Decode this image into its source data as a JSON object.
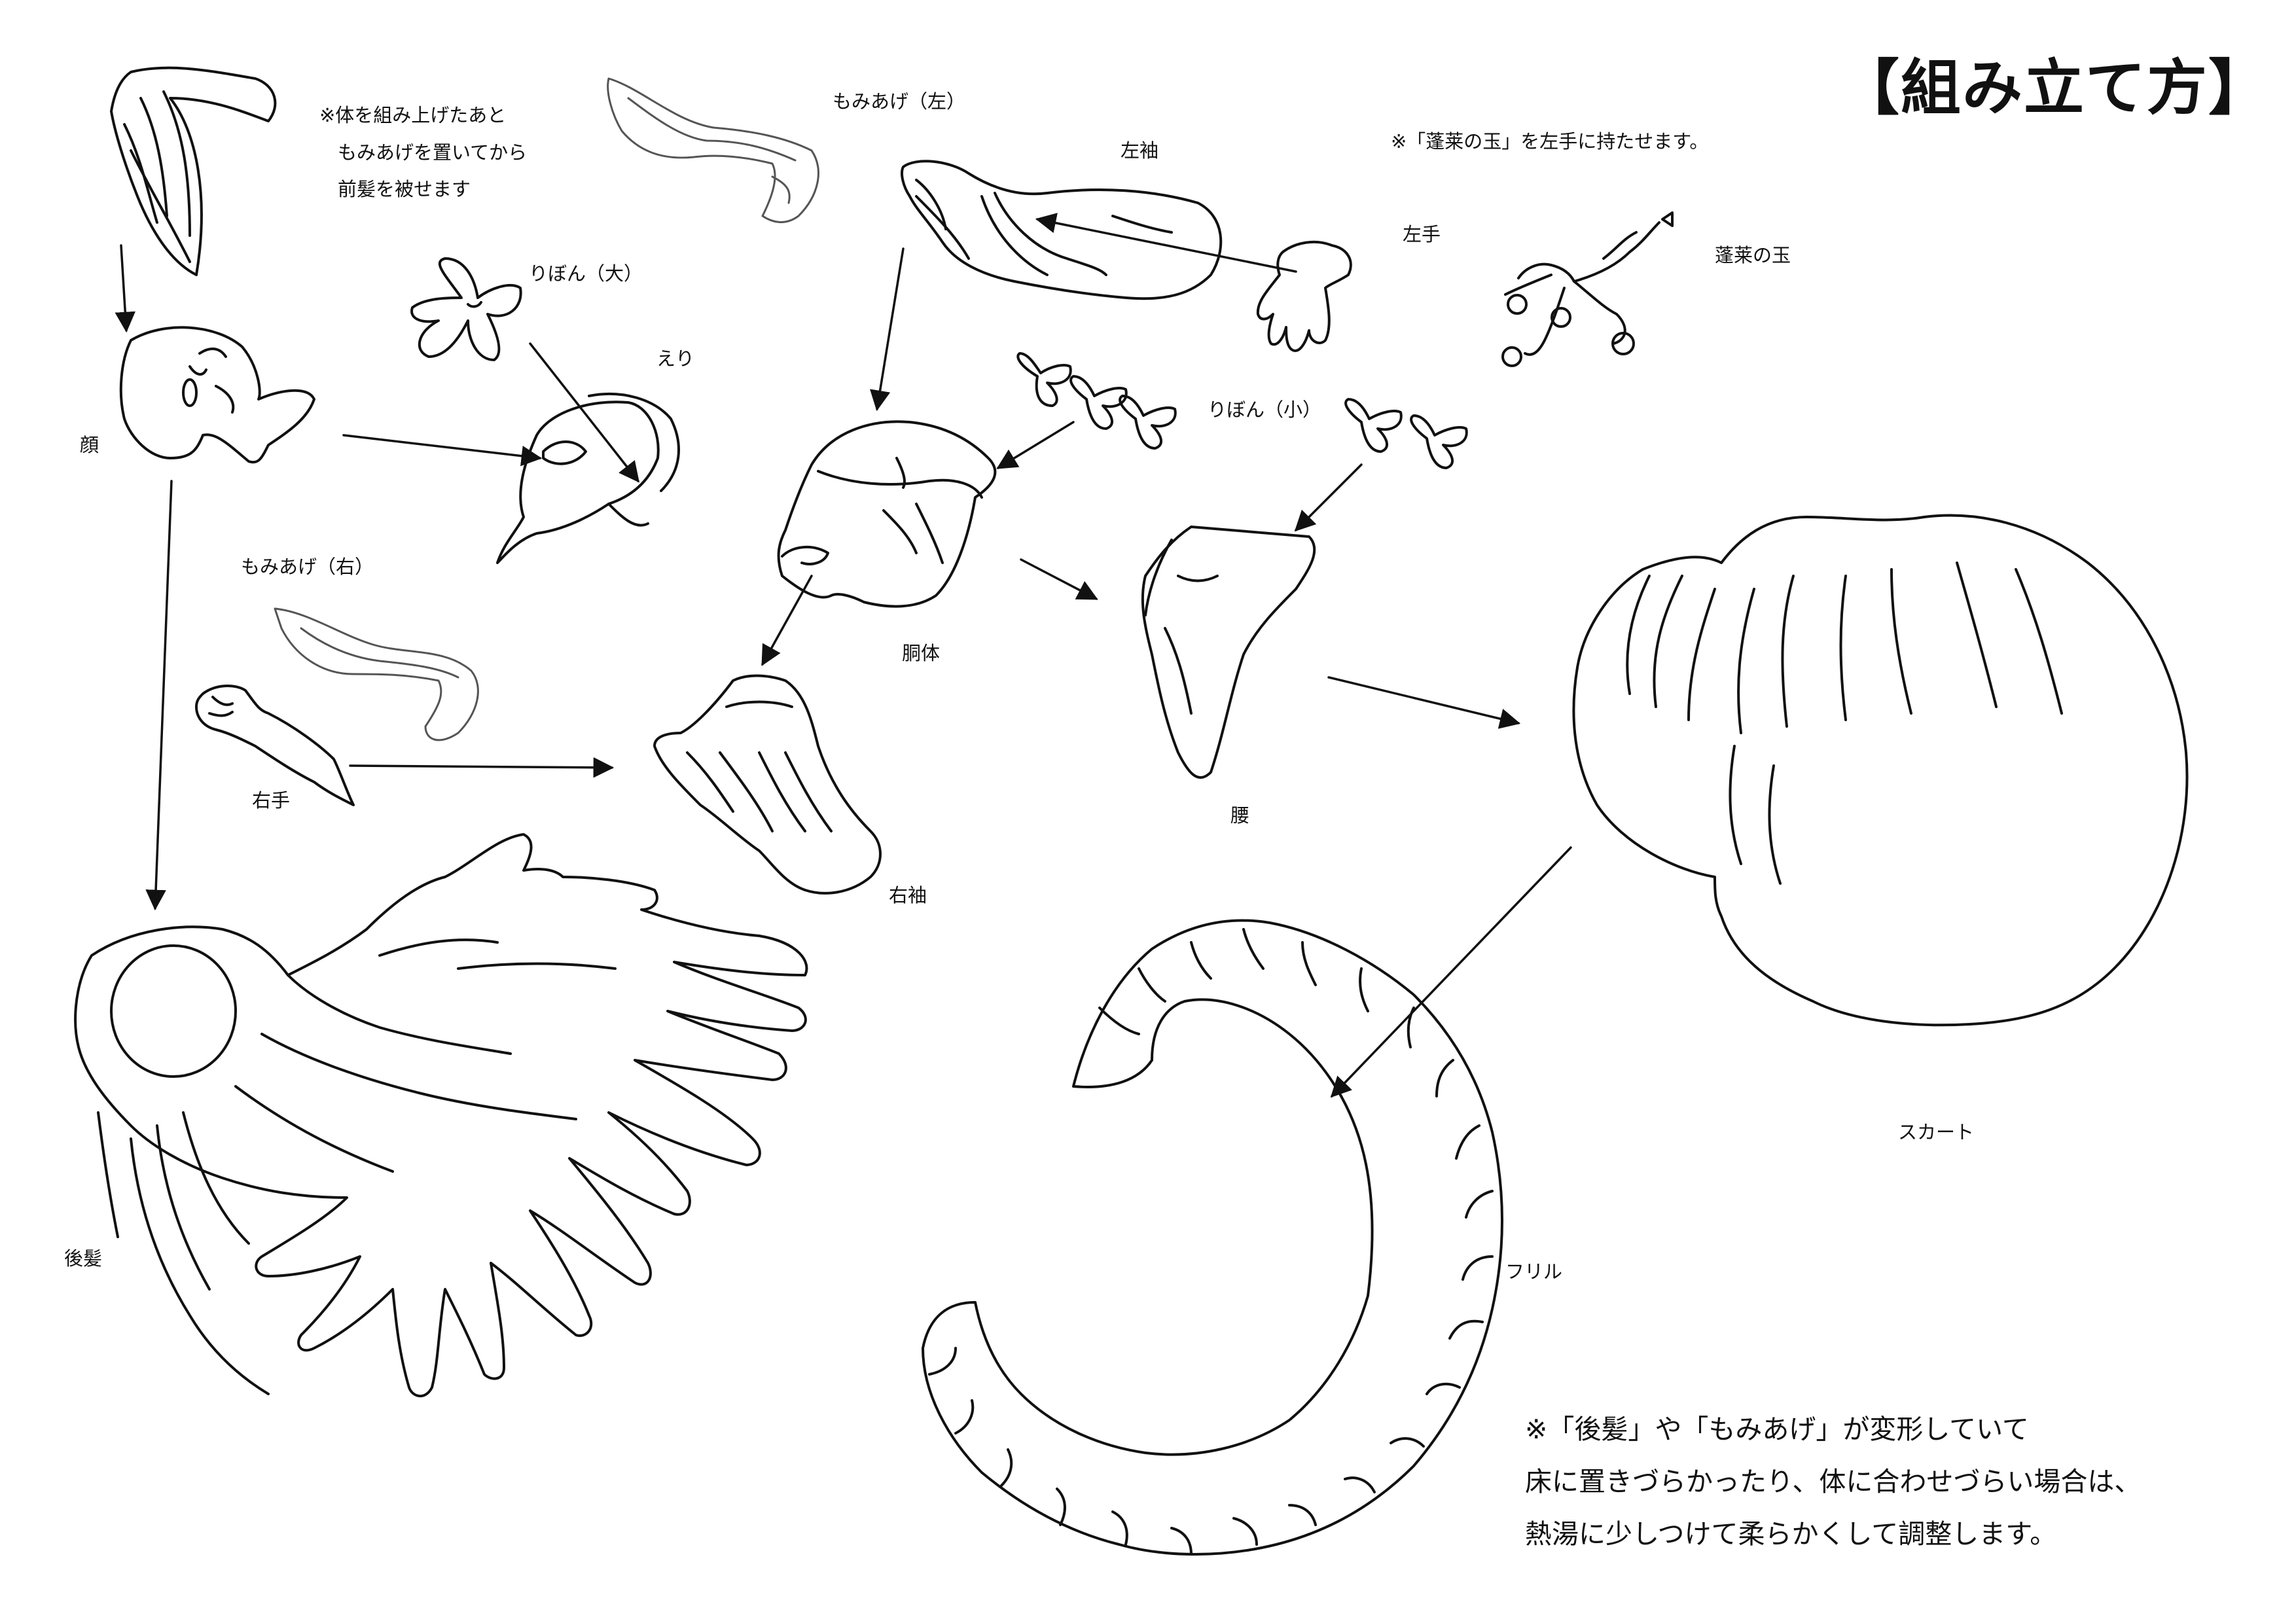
{
  "title": "【組み立て方】",
  "notes": {
    "bangs": [
      "※体を組み上げたあと",
      "もみあげを置いてから",
      "前髪を被せます"
    ],
    "orb": "※「蓬莱の玉」を左手に持たせます。",
    "deform": [
      "※「後髪」や「もみあげ」が変形していて",
      "床に置きづらかったり、体に合わせづらい場合は、",
      "熱湯に少しつけて柔らかくして調整します。"
    ]
  },
  "parts": {
    "face": "顔",
    "ribbon_large": "りぼん（大）",
    "collar": "えり",
    "sideburn_left": "もみあげ（左）",
    "sideburn_right": "もみあげ（右）",
    "left_sleeve": "左袖",
    "left_hand": "左手",
    "hourai_orb": "蓬莱の玉",
    "ribbon_small": "りぼん（小）",
    "torso": "胴体",
    "right_hand": "右手",
    "right_sleeve": "右袖",
    "waist": "腰",
    "skirt": "スカート",
    "back_hair": "後髪",
    "frill": "フリル"
  },
  "colors": {
    "ink": "#111111",
    "light_ink": "#555555",
    "background": "#ffffff"
  }
}
